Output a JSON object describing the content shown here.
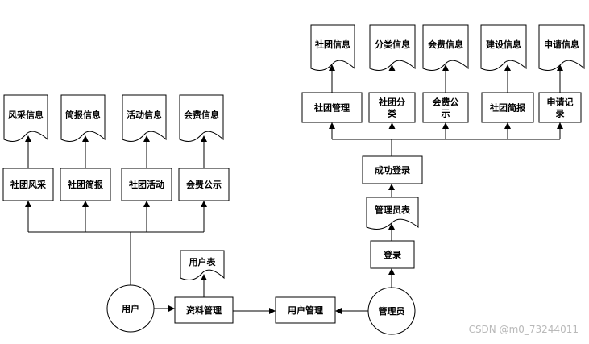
{
  "diagram": {
    "user": "用户",
    "admin": "管理员",
    "user_flow": {
      "profile_mgmt": "资料管理",
      "user_table": "用户表",
      "user_mgmt": "用户管理"
    },
    "user_modules": [
      {
        "proc": "社团风采",
        "doc": "风采信息"
      },
      {
        "proc": "社团简报",
        "doc": "简报信息"
      },
      {
        "proc": "社团活动",
        "doc": "活动信息"
      },
      {
        "proc": "会费公示",
        "doc": "会费信息"
      }
    ],
    "admin_flow": {
      "login": "登录",
      "admin_table": "管理员表",
      "login_success": "成功登录"
    },
    "admin_modules": [
      {
        "proc": [
          "社团管理"
        ],
        "doc": "社团信息"
      },
      {
        "proc": [
          "社团分",
          "类"
        ],
        "doc": "分类信息"
      },
      {
        "proc": [
          "会费公",
          "示"
        ],
        "doc": "会费信息"
      },
      {
        "proc": [
          "社团简报"
        ],
        "doc": "建设信息"
      },
      {
        "proc": [
          "申请记",
          "录"
        ],
        "doc": "申请信息"
      }
    ]
  },
  "watermark": "CSDN @m0_73244011"
}
